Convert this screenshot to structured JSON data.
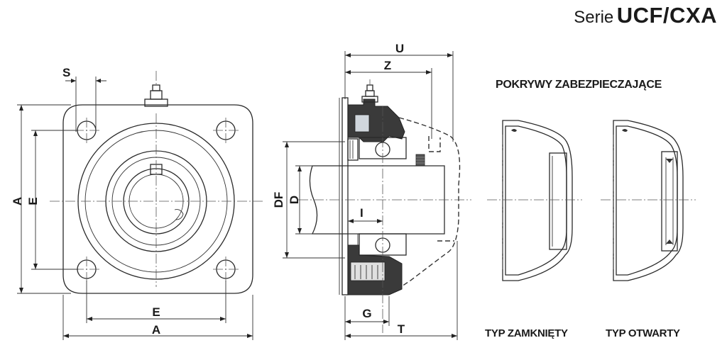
{
  "header": {
    "series_prefix": "Serie",
    "series_name": "UCF/CXA"
  },
  "front_view": {
    "dims": {
      "s": "S",
      "a_vertical": "A",
      "e_vertical": "E",
      "e_horizontal": "E",
      "a_horizontal": "A"
    }
  },
  "side_view": {
    "dims": {
      "u": "U",
      "z": "Z",
      "df": "DF",
      "d": "D",
      "i": "I",
      "g": "G",
      "t": "T"
    }
  },
  "covers": {
    "heading": "POKRYWY ZABEZPIECZAJĄCE",
    "closed_label": "TYP ZAMKNIĘTY",
    "open_label": "TYP OTWARTY"
  },
  "colors": {
    "line": "#2a2a2a",
    "housing_fill": "#eeeeee",
    "dark_part": "#3a3a3a",
    "bearing_blue": "#a9c4dc"
  }
}
